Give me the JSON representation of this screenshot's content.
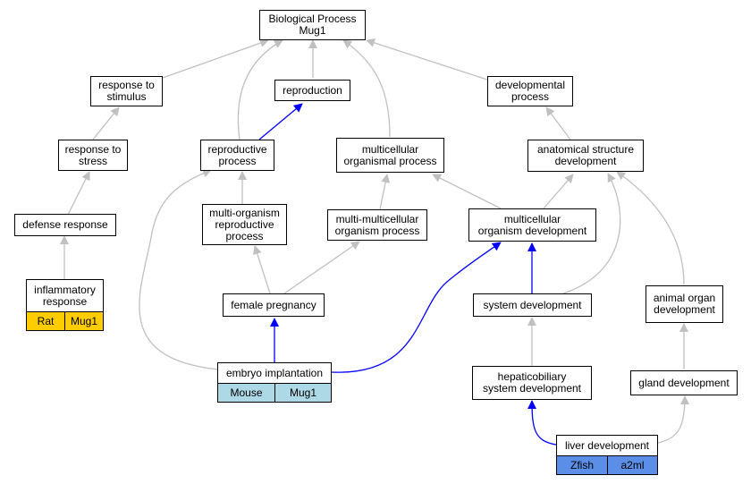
{
  "nodes": {
    "bp": "Biological Process\nMug1",
    "response_to_stimulus": "response to\nstimulus",
    "reproduction": "reproduction",
    "developmental_process": "developmental\nprocess",
    "response_to_stress": "response to\nstress",
    "reproductive_process": "reproductive\nprocess",
    "multicellular_organismal_process": "multicellular\norganismal process",
    "anatomical_structure_development": "anatomical structure\ndevelopment",
    "defense_response": "defense response",
    "multi_organism_reproductive_process": "multi-organism\nreproductive\nprocess",
    "multi_multicellular_organism_process": "multi-multicellular\norganism process",
    "multicellular_organism_development": "multicellular\norganism development",
    "inflammatory_response": "inflammatory\nresponse",
    "female_pregnancy": "female pregnancy",
    "system_development": "system development",
    "animal_organ_development": "animal organ\ndevelopment",
    "embryo_implantation": "embryo implantation",
    "hepaticobiliary_system_development": "hepaticobiliary\nsystem development",
    "gland_development": "gland development",
    "liver_development": "liver development"
  },
  "annotations": {
    "inflammatory_response": {
      "species": "Rat",
      "gene": "Mug1",
      "color": "#ffcc00"
    },
    "embryo_implantation": {
      "species": "Mouse",
      "gene": "Mug1",
      "color": "#add8e6"
    },
    "liver_development": {
      "species": "Zfish",
      "gene": "a2ml",
      "color": "#5b8ee6"
    }
  },
  "edge_colors": {
    "is_a": "#c0c0c0",
    "part_of": "#0000ff"
  }
}
